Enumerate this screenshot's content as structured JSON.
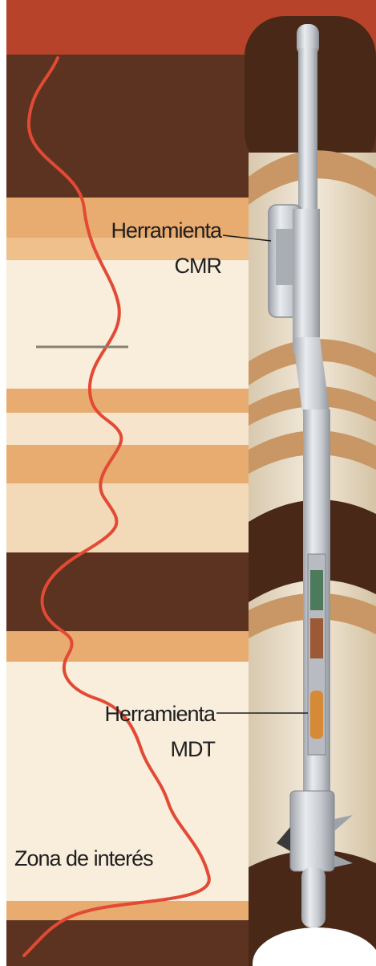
{
  "labels": {
    "cmr_line1": "Herramienta",
    "cmr_line2": "CMR",
    "mdt_line1": "Herramienta",
    "mdt_line2": "MDT",
    "zone": "Zona de interés"
  },
  "colors": {
    "top_red": "#b7442a",
    "dark_brown": "#5c3320",
    "orange_tan": "#e8ab70",
    "beige": "#f6e7d2",
    "light_cream": "#f9eddb",
    "curve_red": "#e24a35",
    "tool_silver": "#c9cdd2",
    "bore_cream": "#efe4cf"
  }
}
